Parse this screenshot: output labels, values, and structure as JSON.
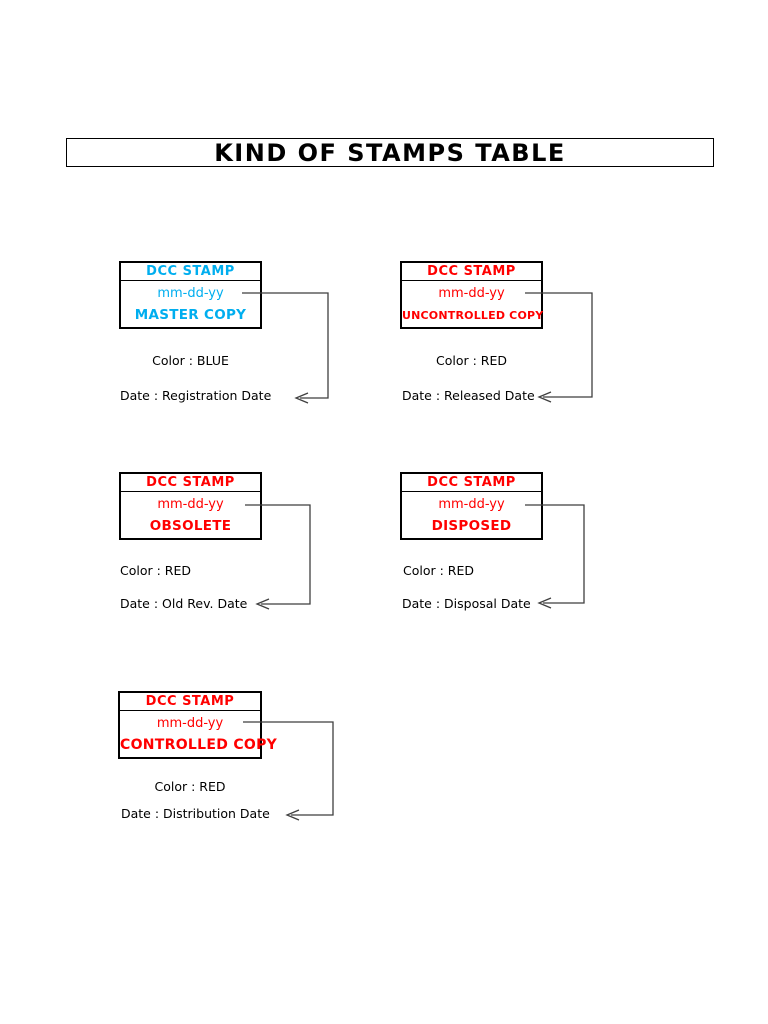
{
  "page": {
    "title": "KIND OF STAMPS TABLE",
    "background": "#ffffff"
  },
  "colors": {
    "stamp_blue": "#00AEEF",
    "stamp_red": "#FF0000",
    "text": "#000000",
    "connector_line": "#3f3f3f",
    "border": "#000000"
  },
  "stamps": [
    {
      "header": "DCC STAMP",
      "date_format": "mm-dd-yy",
      "label": "MASTER COPY",
      "accent": "#00AEEF",
      "color_note": "Color : BLUE",
      "date_note": "Date : Registration Date"
    },
    {
      "header": "DCC STAMP",
      "date_format": "mm-dd-yy",
      "label": "UNCONTROLLED COPY",
      "accent": "#FF0000",
      "color_note": "Color : RED",
      "date_note": "Date : Released Date"
    },
    {
      "header": "DCC STAMP",
      "date_format": "mm-dd-yy",
      "label": "OBSOLETE",
      "accent": "#FF0000",
      "color_note": "Color : RED",
      "date_note": "Date : Old Rev. Date"
    },
    {
      "header": "DCC STAMP",
      "date_format": "mm-dd-yy",
      "label": "DISPOSED",
      "accent": "#FF0000",
      "color_note": "Color : RED",
      "date_note": "Date : Disposal Date"
    },
    {
      "header": "DCC STAMP",
      "date_format": "mm-dd-yy",
      "label": "CONTROLLED COPY",
      "accent": "#FF0000",
      "color_note": "Color : RED",
      "date_note": "Date : Distribution Date"
    }
  ]
}
